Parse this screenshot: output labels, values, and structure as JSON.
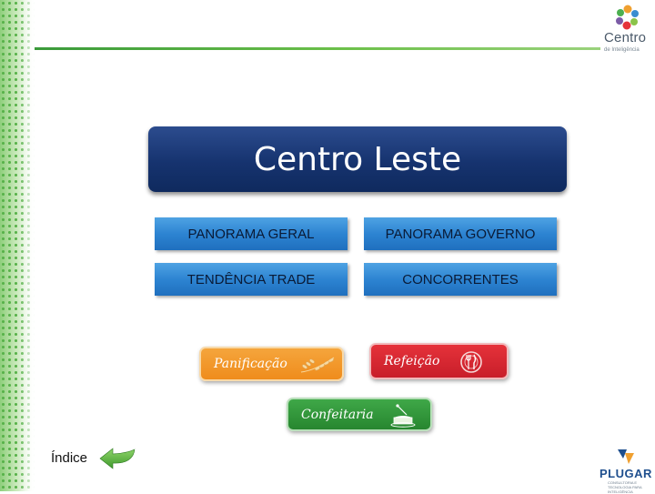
{
  "header": {
    "logo_word": "Centro",
    "logo_sub": "de Inteligência",
    "logo_icon": "flower-logo-icon"
  },
  "title": "Centro Leste",
  "buttons": [
    {
      "label": "PANORAMA GERAL"
    },
    {
      "label": "PANORAMA GOVERNO"
    },
    {
      "label": "TENDÊNCIA TRADE"
    },
    {
      "label": "CONCORRENTES"
    }
  ],
  "categories": {
    "panificacao": {
      "label": "Panificação",
      "icon": "wheat-icon",
      "color": "#ef8c1c"
    },
    "refeicao": {
      "label": "Refeição",
      "icon": "fork-knife-plate-icon",
      "color": "#c81e2a"
    },
    "confeitaria": {
      "label": "Confeitaria",
      "icon": "cake-icon",
      "color": "#27862f"
    }
  },
  "footer": {
    "indice_label": "Índice",
    "back_icon": "back-arrow-icon",
    "plugar_word": "PLUGAR",
    "plugar_sub": "CONSULTORIA E TECNOLOGIA PARA INTELIGÊNCIA"
  },
  "colors": {
    "accent_green": "#58b24a",
    "title_blue": "#16336f",
    "button_blue": "#2d84d2"
  }
}
